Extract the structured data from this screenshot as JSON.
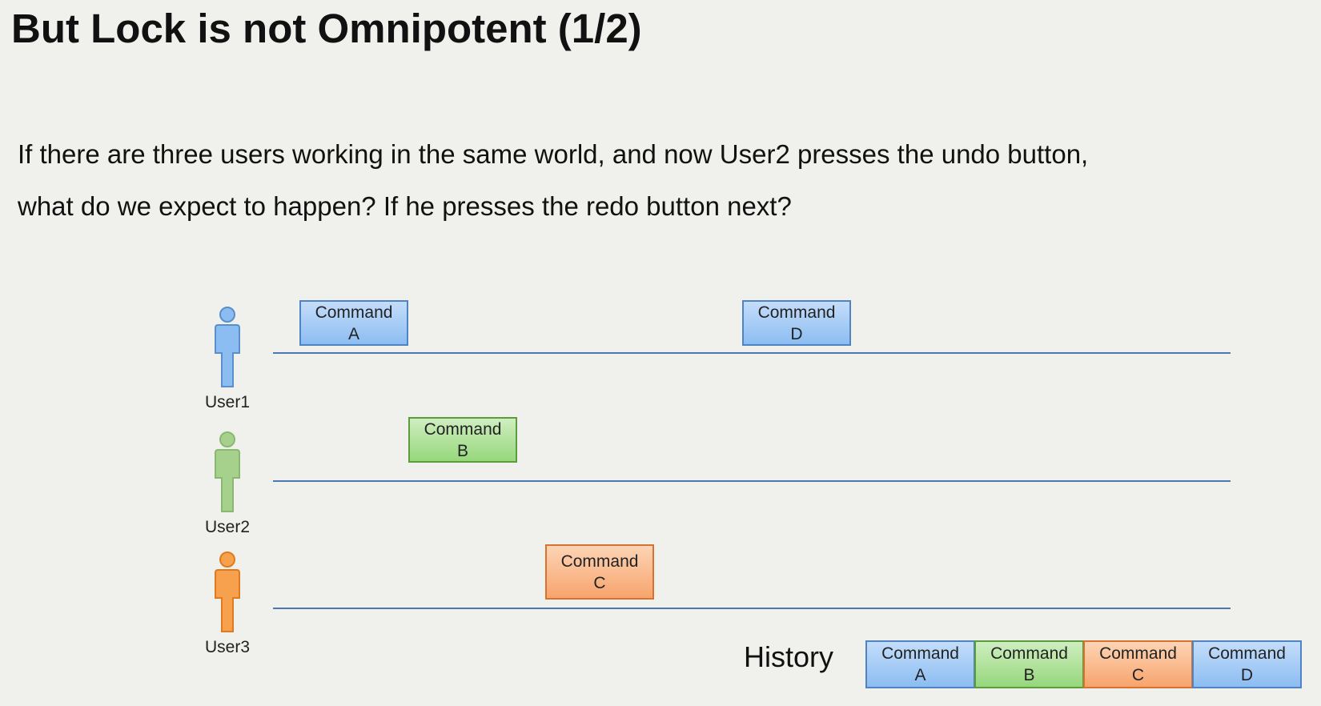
{
  "title": "But Lock is not Omnipotent (1/2)",
  "question": "If there are three users working in the same world, and now User2 presses the undo button, what do we expect to happen? If he presses the redo button next?",
  "colors": {
    "user1": "#8cbdf2",
    "user2": "#96d77c",
    "user3": "#f7a46d",
    "timeline": "#4a78b4"
  },
  "users": [
    {
      "label": "User1",
      "icon": "person-icon",
      "color": "blue"
    },
    {
      "label": "User2",
      "icon": "person-icon",
      "color": "green"
    },
    {
      "label": "User3",
      "icon": "person-icon",
      "color": "orange"
    }
  ],
  "commands": [
    {
      "user": "User1",
      "line1": "Command",
      "line2": "A",
      "color": "blue"
    },
    {
      "user": "User1",
      "line1": "Command",
      "line2": "D",
      "color": "blue"
    },
    {
      "user": "User2",
      "line1": "Command",
      "line2": "B",
      "color": "green"
    },
    {
      "user": "User3",
      "line1": "Command",
      "line2": "C",
      "color": "orange"
    }
  ],
  "history": {
    "label": "History",
    "items": [
      {
        "line1": "Command",
        "line2": "A",
        "color": "blue"
      },
      {
        "line1": "Command",
        "line2": "B",
        "color": "green"
      },
      {
        "line1": "Command",
        "line2": "C",
        "color": "orange"
      },
      {
        "line1": "Command",
        "line2": "D",
        "color": "blue"
      }
    ]
  }
}
